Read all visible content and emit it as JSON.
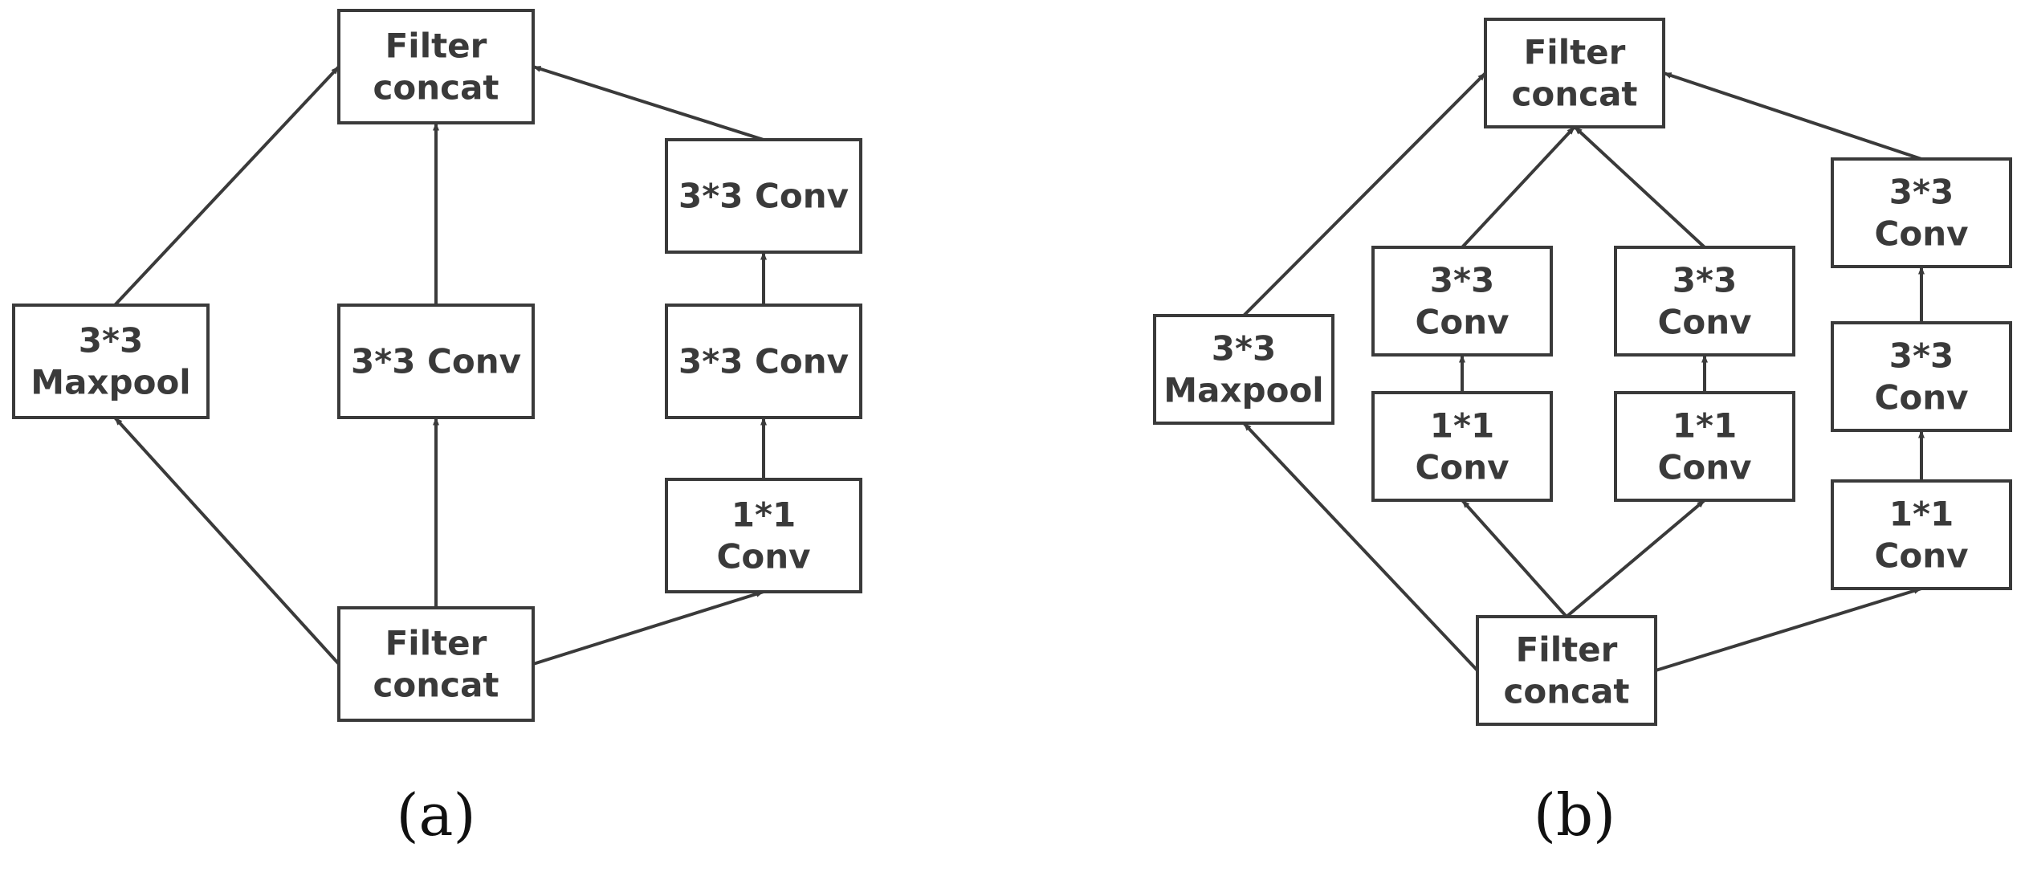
{
  "panels": [
    {
      "caption": "(a)",
      "nodes": [
        {
          "id": "a_top",
          "lines": [
            "Filter",
            "concat"
          ]
        },
        {
          "id": "a_maxpool",
          "lines": [
            "3*3",
            "Maxpool"
          ]
        },
        {
          "id": "a_mid_conv",
          "lines": [
            "3*3 Conv"
          ]
        },
        {
          "id": "a_r_conv_top",
          "lines": [
            "3*3 Conv"
          ]
        },
        {
          "id": "a_r_conv_mid",
          "lines": [
            "3*3 Conv"
          ]
        },
        {
          "id": "a_r_1x1",
          "lines": [
            "1*1",
            "Conv"
          ]
        },
        {
          "id": "a_bottom",
          "lines": [
            "Filter",
            "concat"
          ]
        }
      ],
      "edges": [
        [
          "a_bottom",
          "a_maxpool"
        ],
        [
          "a_maxpool",
          "a_top"
        ],
        [
          "a_bottom",
          "a_mid_conv"
        ],
        [
          "a_mid_conv",
          "a_top"
        ],
        [
          "a_bottom",
          "a_r_1x1"
        ],
        [
          "a_r_1x1",
          "a_r_conv_mid"
        ],
        [
          "a_r_conv_mid",
          "a_r_conv_top"
        ],
        [
          "a_r_conv_top",
          "a_top"
        ]
      ]
    },
    {
      "caption": "(b)",
      "nodes": [
        {
          "id": "b_top",
          "lines": [
            "Filter",
            "concat"
          ]
        },
        {
          "id": "b_maxpool",
          "lines": [
            "3*3",
            "Maxpool"
          ]
        },
        {
          "id": "b_m1_3x3",
          "lines": [
            "3*3",
            "Conv"
          ]
        },
        {
          "id": "b_m1_1x1",
          "lines": [
            "1*1",
            "Conv"
          ]
        },
        {
          "id": "b_m2_3x3",
          "lines": [
            "3*3",
            "Conv"
          ]
        },
        {
          "id": "b_m2_1x1",
          "lines": [
            "1*1",
            "Conv"
          ]
        },
        {
          "id": "b_r_3x3_top",
          "lines": [
            "3*3",
            "Conv"
          ]
        },
        {
          "id": "b_r_3x3_mid",
          "lines": [
            "3*3",
            "Conv"
          ]
        },
        {
          "id": "b_r_1x1",
          "lines": [
            "1*1",
            "Conv"
          ]
        },
        {
          "id": "b_bottom",
          "lines": [
            "Filter",
            "concat"
          ]
        }
      ],
      "edges": [
        [
          "b_bottom",
          "b_maxpool"
        ],
        [
          "b_maxpool",
          "b_top"
        ],
        [
          "b_bottom",
          "b_m1_1x1"
        ],
        [
          "b_m1_1x1",
          "b_m1_3x3"
        ],
        [
          "b_m1_3x3",
          "b_top"
        ],
        [
          "b_bottom",
          "b_m2_1x1"
        ],
        [
          "b_m2_1x1",
          "b_m2_3x3"
        ],
        [
          "b_m2_3x3",
          "b_top"
        ],
        [
          "b_bottom",
          "b_r_1x1"
        ],
        [
          "b_r_1x1",
          "b_r_3x3_mid"
        ],
        [
          "b_r_3x3_mid",
          "b_r_3x3_top"
        ],
        [
          "b_r_3x3_top",
          "b_top"
        ]
      ]
    }
  ]
}
